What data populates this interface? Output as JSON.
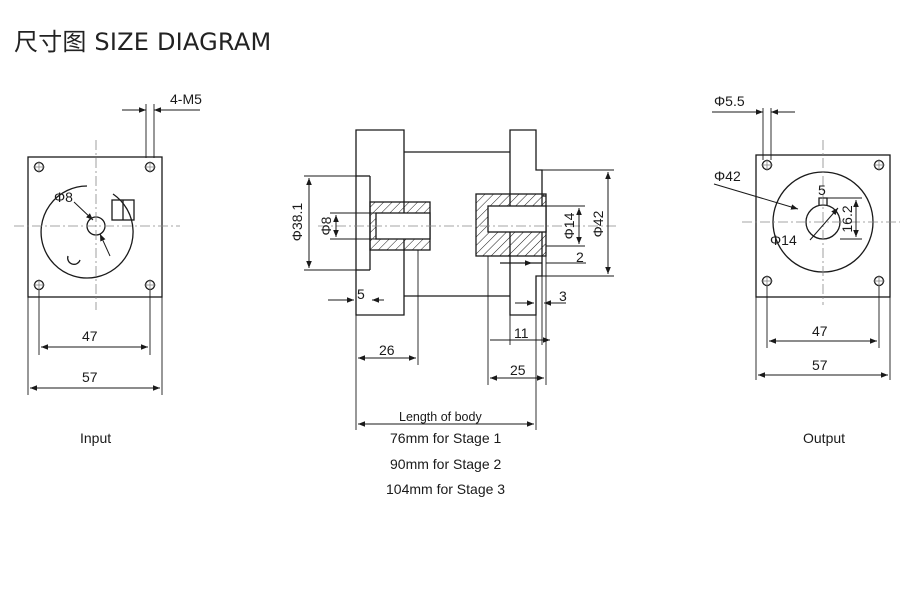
{
  "title": "尺寸图 SIZE DIAGRAM",
  "views": {
    "input": {
      "label": "Input",
      "thread_callout": "4-M5",
      "bore": "Φ8",
      "dim_inner": "47",
      "dim_outer": "57"
    },
    "side": {
      "body_dia": "Φ38.1",
      "shaft_dia": "Φ8",
      "out_shaft_dia": "Φ14",
      "flange_dia": "Φ42",
      "dim_5": "5",
      "dim_2": "2",
      "dim_3": "3",
      "dim_11": "11",
      "dim_26": "26",
      "dim_25": "25",
      "body_length_label": "Length of body",
      "stage_lines": [
        "76mm for Stage 1",
        "90mm for Stage 2",
        "104mm for Stage 3"
      ]
    },
    "output": {
      "label": "Output",
      "hole_dia": "Φ5.5",
      "pilot_dia": "Φ42",
      "key_width": "5",
      "key_height": "16.2",
      "shaft_dia": "Φ14",
      "dim_inner": "47",
      "dim_outer": "57"
    }
  },
  "colors": {
    "line": "#1a1a1a",
    "center": "#888888",
    "hatch": "#1a1a1a"
  }
}
